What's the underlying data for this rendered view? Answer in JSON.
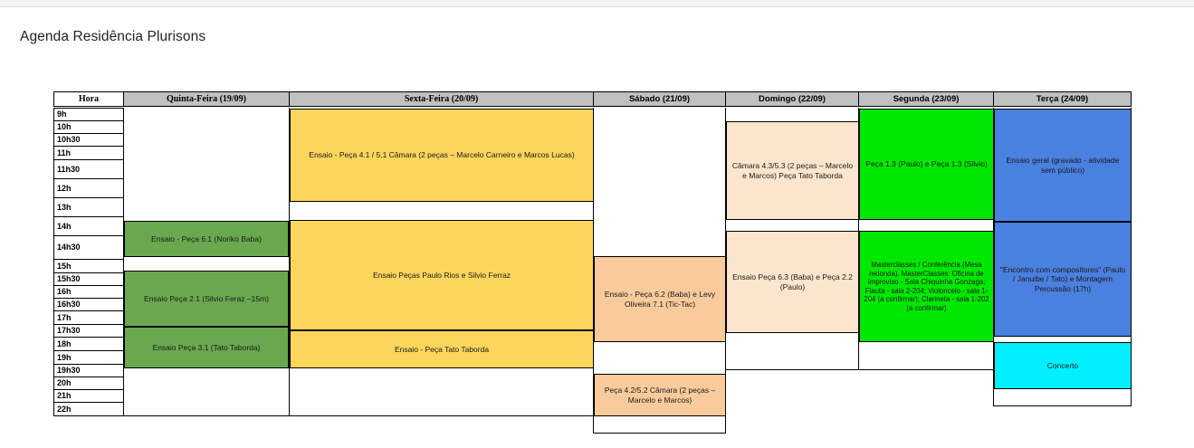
{
  "page": {
    "title": "Agenda Residência Plurisons"
  },
  "table": {
    "hour_header": "Hora",
    "columns": [
      {
        "label": "Quinta-Feira (19/09)"
      },
      {
        "label": "Sexta-Feira (20/09)"
      },
      {
        "label": "Sábado (21/09)"
      },
      {
        "label": "Domingo (22/09)"
      },
      {
        "label": "Segunda (23/09)"
      },
      {
        "label": "Terça (24/09)"
      }
    ],
    "hours": [
      "9h",
      "10h",
      "10h30",
      "11h",
      "11h30",
      "12h",
      "13h",
      "14h",
      "14h30",
      "15h",
      "15h30",
      "16h",
      "16h30",
      "17h",
      "17h30",
      "18h",
      "19h",
      "19h30",
      "20h",
      "21h",
      "22h"
    ],
    "events": [
      {
        "id": "quinta-1",
        "day": "Quinta-Feira (19/09)",
        "text": "Ensaio - Peça 6.1 (Noriko Baba)",
        "color": "#6aa84f"
      },
      {
        "id": "quinta-2",
        "day": "Quinta-Feira (19/09)",
        "text": "Ensaio Peça 2.1 (Silvio Feraz –15m)",
        "color": "#6aa84f"
      },
      {
        "id": "quinta-3",
        "day": "Quinta-Feira (19/09)",
        "text": "Ensaio Peça 3.1 (Tato Taborda)",
        "color": "#6aa84f"
      },
      {
        "id": "sexta-1",
        "day": "Sexta-Feira (20/09)",
        "text": "Ensaio - Peça 4.1 / 5.1 Câmara (2 peças – Marcelo Carneiro e Marcos Lucas)",
        "color": "#fcd65c"
      },
      {
        "id": "sexta-2",
        "day": "Sexta-Feira (20/09)",
        "text": "Ensaio Peças Paulo Rios e Silvio Ferraz",
        "color": "#fcd65c"
      },
      {
        "id": "sexta-3",
        "day": "Sexta-Feira (20/09)",
        "text": "Ensaio - Peça Tato Taborda",
        "color": "#fcd65c"
      },
      {
        "id": "sabado-1",
        "day": "Sábado (21/09)",
        "text": "Ensaio - Peça 6.2 (Baba) e Levy Oliveira 7.1 (Tic-Tac)",
        "color": "#f9cb9c"
      },
      {
        "id": "sabado-2",
        "day": "Sábado (21/09)",
        "text": "Peça 4.2/5.2 Câmara (2 peças – Marcelo e Marcos)",
        "color": "#f9cb9c"
      },
      {
        "id": "domingo-1",
        "day": "Domingo (22/09)",
        "text": "Câmara 4.3/5.3 (2 peças – Marcelo e Marcos) Peça Tato Taborda",
        "color": "#fce5cd"
      },
      {
        "id": "domingo-2",
        "day": "Domingo (22/09)",
        "text": "Ensaio Peça 6.3 (Baba) e Peça 2.2 (Paulo)",
        "color": "#fce5cd"
      },
      {
        "id": "segunda-1",
        "day": "Segunda (23/09)",
        "text": "Peça 1.3 (Paulo) e Peça 1.3 (Silvio)",
        "color": "#00e800"
      },
      {
        "id": "segunda-2",
        "day": "Segunda (23/09)",
        "text": "Masterclasses / Conferência (Mesa redonda). MasterClasses: Oficina de Improviso - Sala Chiquinha Gonzaga; Flauta - sala 2-204; Violoncelo - sala 1-204 (a confirmar); Clarineta - sala 1-202 (a confirmar)",
        "color": "#00e800"
      },
      {
        "id": "terca-1",
        "day": "Terça (24/09)",
        "text": "Ensaio geral (gravado - atividade sem público)",
        "color": "#4a80df"
      },
      {
        "id": "terca-2",
        "day": "Terça (24/09)",
        "text": "\"Encontro com compositores\" (Paulo / Januibe / Tato) e Montagem Percussão (17h)",
        "color": "#4a80df"
      },
      {
        "id": "terca-3",
        "day": "Terça (24/09)",
        "text": "Concerto",
        "color": "#00f0ff"
      }
    ]
  }
}
